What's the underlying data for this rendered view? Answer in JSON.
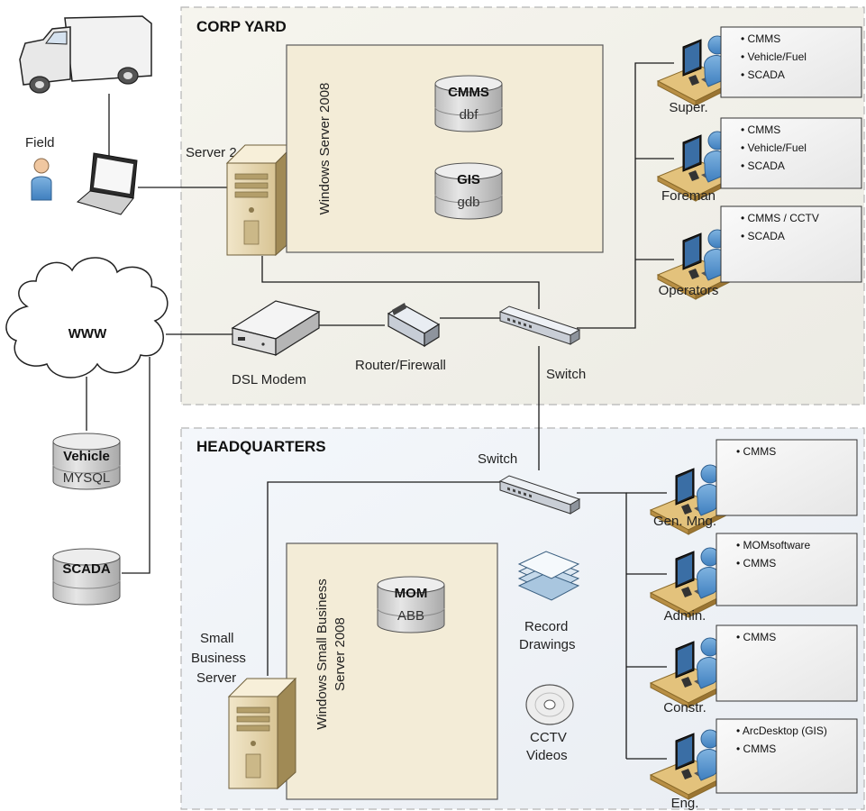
{
  "zones": {
    "corp_yard": "CORP YARD",
    "headquarters": "HEADQUARTERS"
  },
  "field": {
    "label": "Field",
    "truck_icon": "delivery-truck-icon",
    "user_icon": "field-user-icon",
    "laptop_icon": "laptop-icon"
  },
  "server2": {
    "label": "Server 2",
    "os": "Windows Server 2008",
    "databases": [
      {
        "name": "CMMS",
        "sub": "dbf"
      },
      {
        "name": "GIS",
        "sub": "gdb"
      }
    ]
  },
  "network": {
    "www": "WWW",
    "dsl_modem": "DSL Modem",
    "router": "Router/Firewall",
    "switch_corp": "Switch",
    "switch_hq": "Switch"
  },
  "external_dbs": [
    {
      "name": "Vehicle",
      "sub": "MYSQL"
    },
    {
      "name": "SCADA",
      "sub": ""
    }
  ],
  "sbs": {
    "label_lines": [
      "Small",
      "Business",
      "Server"
    ],
    "os_lines": [
      "Windows Small Business",
      "Server 2008"
    ],
    "database": {
      "name": "MOM",
      "sub": "ABB"
    }
  },
  "resources": {
    "record_drawings": [
      "Record",
      "Drawings"
    ],
    "cctv": [
      "CCTV",
      "Videos"
    ]
  },
  "corp_workstations": [
    {
      "label": "Super.",
      "items": [
        "CMMS",
        "Vehicle/Fuel",
        "SCADA"
      ]
    },
    {
      "label": "Foreman",
      "items": [
        "CMMS",
        "Vehicle/Fuel",
        "SCADA"
      ]
    },
    {
      "label": "Operators",
      "items": [
        "CMMS / CCTV",
        "SCADA"
      ]
    }
  ],
  "hq_workstations": [
    {
      "label": "Gen. Mng.",
      "items": [
        "CMMS"
      ]
    },
    {
      "label": "Admin.",
      "items": [
        "MOMsoftware",
        "CMMS"
      ]
    },
    {
      "label": "Constr.",
      "items": [
        "CMMS"
      ]
    },
    {
      "label": "Eng.",
      "items": [
        "ArcDesktop (GIS)",
        "CMMS"
      ]
    }
  ],
  "colors": {
    "zone_bg": "#f4f2ec",
    "os_box_fill": "#f3ecd7",
    "os_box_border": "#5a5a5a",
    "server_body": "#e7d9b8",
    "db_body": "#dcdcdc",
    "user_blue": "#5b9bd5",
    "info_box_fill": "#f2f2f2",
    "desk_tan": "#d6b270"
  }
}
